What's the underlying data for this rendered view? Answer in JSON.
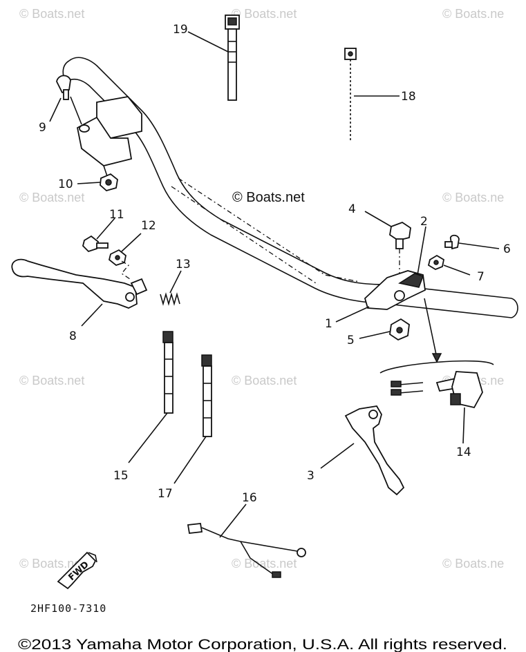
{
  "watermark": "© Boats.net",
  "watermark_partial": "© Boats.ne",
  "center_watermark": "© Boats.net",
  "callouts": {
    "n1": "1",
    "n2": "2",
    "n3": "3",
    "n4": "4",
    "n5": "5",
    "n6": "6",
    "n7": "7",
    "n8": "8",
    "n9": "9",
    "n10": "10",
    "n11": "11",
    "n12": "12",
    "n13": "13",
    "n14": "14",
    "n15": "15",
    "n16": "16",
    "n17": "17",
    "n18": "18",
    "n19": "19"
  },
  "fwd_label": "FWD",
  "diagram_code": "2HF100-7310",
  "copyright": "©2013 Yamaha Motor Corporation, U.S.A. All rights reserved."
}
